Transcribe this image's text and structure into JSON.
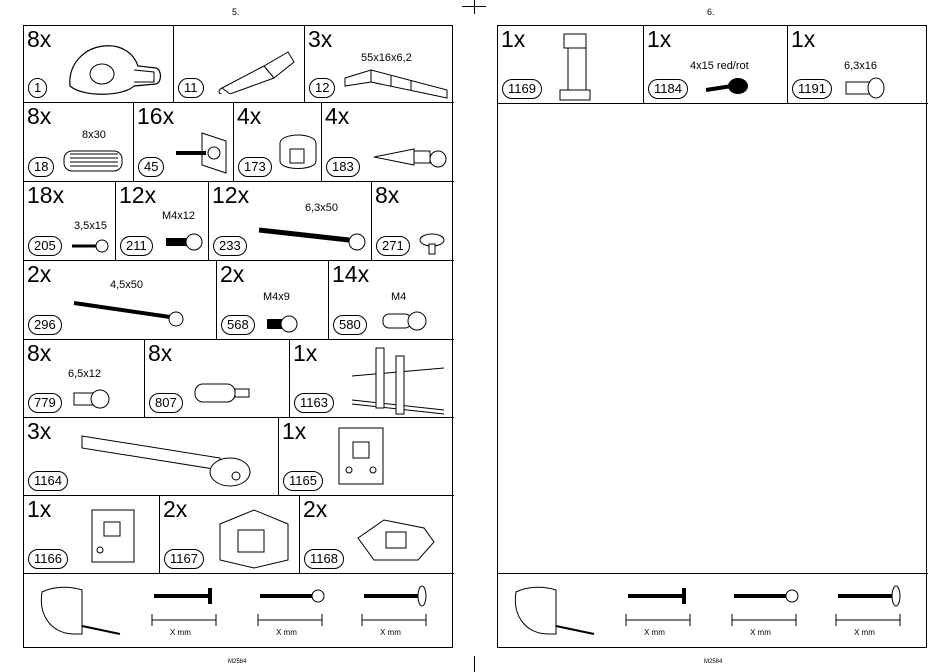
{
  "pages": [
    {
      "page_number": "5.",
      "footer": "M2584"
    },
    {
      "page_number": "6.",
      "footer": "M2584"
    }
  ],
  "parts_left": [
    {
      "qty": "8x",
      "part": "1",
      "size": ""
    },
    {
      "qty": "",
      "part": "11",
      "size": ""
    },
    {
      "qty": "3x",
      "part": "12",
      "size": "55x16x6,2"
    },
    {
      "qty": "8x",
      "part": "18",
      "size": "8x30"
    },
    {
      "qty": "16x",
      "part": "45",
      "size": ""
    },
    {
      "qty": "4x",
      "part": "173",
      "size": ""
    },
    {
      "qty": "4x",
      "part": "183",
      "size": ""
    },
    {
      "qty": "18x",
      "part": "205",
      "size": "3,5x15"
    },
    {
      "qty": "12x",
      "part": "211",
      "size": "M4x12"
    },
    {
      "qty": "12x",
      "part": "233",
      "size": "6,3x50"
    },
    {
      "qty": "8x",
      "part": "271",
      "size": ""
    },
    {
      "qty": "2x",
      "part": "296",
      "size": "4,5x50"
    },
    {
      "qty": "2x",
      "part": "568",
      "size": "M4x9"
    },
    {
      "qty": "14x",
      "part": "580",
      "size": "M4"
    },
    {
      "qty": "8x",
      "part": "779",
      "size": "6,5x12"
    },
    {
      "qty": "8x",
      "part": "807",
      "size": ""
    },
    {
      "qty": "1x",
      "part": "1163",
      "size": ""
    },
    {
      "qty": "3x",
      "part": "1164",
      "size": ""
    },
    {
      "qty": "1x",
      "part": "1165",
      "size": ""
    },
    {
      "qty": "1x",
      "part": "1166",
      "size": ""
    },
    {
      "qty": "2x",
      "part": "1167",
      "size": ""
    },
    {
      "qty": "2x",
      "part": "1168",
      "size": ""
    }
  ],
  "parts_right": [
    {
      "qty": "1x",
      "part": "1169",
      "size": ""
    },
    {
      "qty": "1x",
      "part": "1184",
      "size": "4x15 red/rot"
    },
    {
      "qty": "1x",
      "part": "1191",
      "size": "6,3x16"
    }
  ],
  "screw_dim_label": "X mm"
}
